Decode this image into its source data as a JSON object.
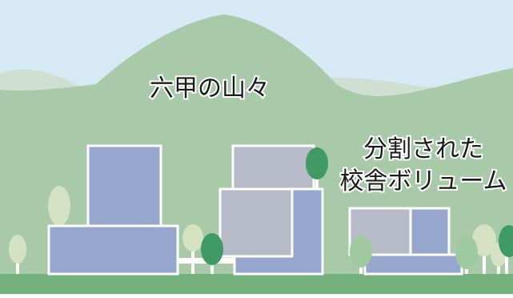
{
  "labels": {
    "mountains": "六甲の山々",
    "volume_line1": "分割された",
    "volume_line2": "校舎ボリューム"
  },
  "colors": {
    "sky": "#d7e9f5",
    "mountain_back": "#cfe0d2",
    "mountain_front": "#a9caa9",
    "ground": "#74b07b",
    "building_blue": "#97a6cc",
    "building_gray": "#b7bac7",
    "outline": "#ffffff",
    "tree_dark": "#3f9a63",
    "tree_light": "#d4e2c1",
    "tree_mid": "#9fc99e",
    "text": "#1a1a1a"
  }
}
